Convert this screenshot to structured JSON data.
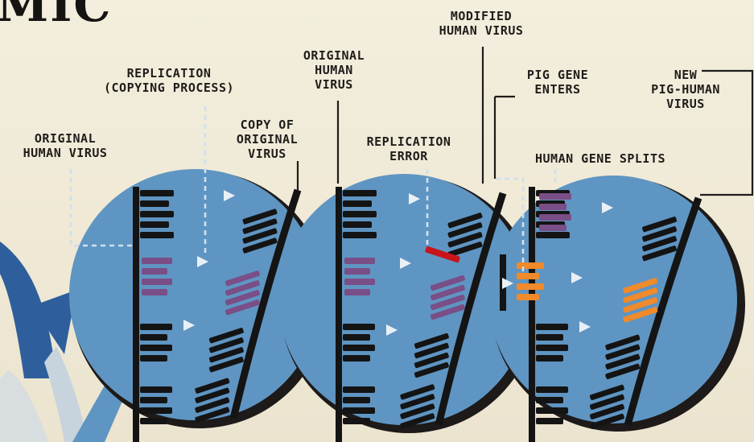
{
  "title_fragment": "MIC",
  "labels": {
    "original_human_virus_left": "ORIGINAL\nHUMAN VIRUS",
    "replication": "REPLICATION\n(COPYING PROCESS)",
    "copy_of_original": "COPY OF\nORIGINAL\nVIRUS",
    "original_human_virus_mid": "ORIGINAL\nHUMAN\nVIRUS",
    "replication_error": "REPLICATION\nERROR",
    "modified_human_virus": "MODIFIED\nHUMAN VIRUS",
    "pig_gene_enters": "PIG GENE\nENTERS",
    "human_gene_splits": "HUMAN GENE SPLITS",
    "new_pig_human_virus": "NEW\nPIG-HUMAN\nVIRUS"
  },
  "colors": {
    "background": "#efe9d6",
    "cell": "#5f95c2",
    "cell_shadow": "#1d1a19",
    "dna": "#141414",
    "gene_purple": "#7a4e86",
    "error_red": "#c8141b",
    "pig_orange": "#f08a2a",
    "callout_line": "#1f1d1a",
    "dashed_line": "#cfe0ee",
    "arrow_blue": "#2e5f9c"
  }
}
